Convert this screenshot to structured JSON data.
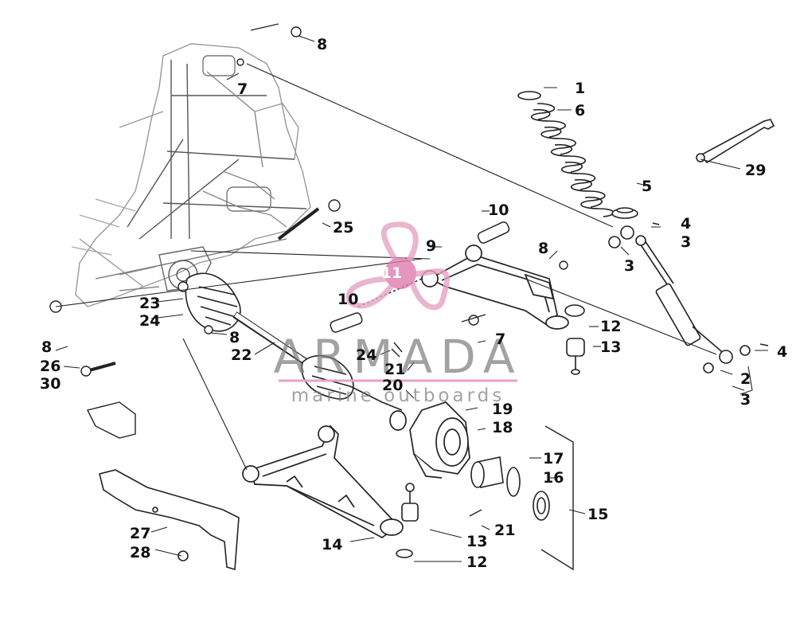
{
  "callouts": [
    {
      "id": "c1",
      "text": "1"
    },
    {
      "id": "c2",
      "text": "2"
    },
    {
      "id": "c3a",
      "text": "3"
    },
    {
      "id": "c3b",
      "text": "3"
    },
    {
      "id": "c3c",
      "text": "3"
    },
    {
      "id": "c4a",
      "text": "4"
    },
    {
      "id": "c4b",
      "text": "4"
    },
    {
      "id": "c5",
      "text": "5"
    },
    {
      "id": "c6",
      "text": "6"
    },
    {
      "id": "c7a",
      "text": "7"
    },
    {
      "id": "c7b",
      "text": "7"
    },
    {
      "id": "c8a",
      "text": "8"
    },
    {
      "id": "c8b",
      "text": "8"
    },
    {
      "id": "c8c",
      "text": "8"
    },
    {
      "id": "c8d",
      "text": "8"
    },
    {
      "id": "c9",
      "text": "9"
    },
    {
      "id": "c10a",
      "text": "10"
    },
    {
      "id": "c10b",
      "text": "10"
    },
    {
      "id": "c12a",
      "text": "12"
    },
    {
      "id": "c12b",
      "text": "12"
    },
    {
      "id": "c13a",
      "text": "13"
    },
    {
      "id": "c13b",
      "text": "13"
    },
    {
      "id": "c14",
      "text": "14"
    },
    {
      "id": "c15",
      "text": "15"
    },
    {
      "id": "c16",
      "text": "16"
    },
    {
      "id": "c17",
      "text": "17"
    },
    {
      "id": "c18",
      "text": "18"
    },
    {
      "id": "c19",
      "text": "19"
    },
    {
      "id": "c20",
      "text": "20"
    },
    {
      "id": "c21a",
      "text": "21"
    },
    {
      "id": "c21b",
      "text": "21"
    },
    {
      "id": "c22",
      "text": "22"
    },
    {
      "id": "c23",
      "text": "23"
    },
    {
      "id": "c24a",
      "text": "24"
    },
    {
      "id": "c24b",
      "text": "24"
    },
    {
      "id": "c25",
      "text": "25"
    },
    {
      "id": "c26",
      "text": "26"
    },
    {
      "id": "c27",
      "text": "27"
    },
    {
      "id": "c28",
      "text": "28"
    },
    {
      "id": "c29",
      "text": "29"
    },
    {
      "id": "c30",
      "text": "30"
    }
  ],
  "watermark": {
    "number": "11",
    "brand": "ARMADA",
    "tagline": "marine outboards",
    "logo_color": "#e6a3c4",
    "text_color": "#7a7a7a"
  }
}
